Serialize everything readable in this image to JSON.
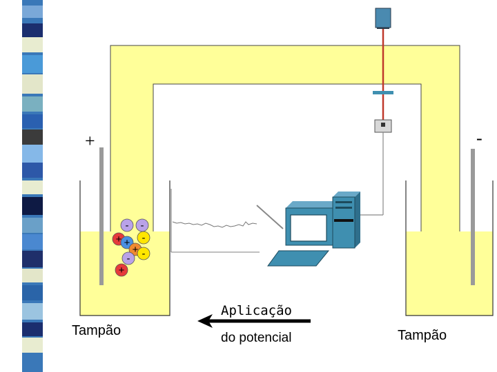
{
  "labels": {
    "positive_sign": "+",
    "negative_sign": "-",
    "left_reservoir": "Tampão",
    "right_reservoir": "Tampão",
    "arrow_line1": "Aplicação",
    "arrow_line2": "do potencial"
  },
  "ions": [
    {
      "charge": "-",
      "color": "#b9a2e8"
    },
    {
      "charge": "-",
      "color": "#b9a2e8"
    },
    {
      "charge": "+",
      "color": "#e63a3a"
    },
    {
      "charge": "+",
      "color": "#4a90e2"
    },
    {
      "charge": "-",
      "color": "#ffe600"
    },
    {
      "charge": "+",
      "color": "#f08a30"
    },
    {
      "charge": "-",
      "color": "#b9a2e8"
    },
    {
      "charge": "-",
      "color": "#ffe600"
    },
    {
      "charge": "+",
      "color": "#e63a3a"
    }
  ],
  "colors": {
    "capillary": "#ffff99",
    "buffer": "#ffff99",
    "electrode": "#9a9a9a",
    "computer": "#3f8fb0",
    "detector_rod": "#c0392b"
  }
}
